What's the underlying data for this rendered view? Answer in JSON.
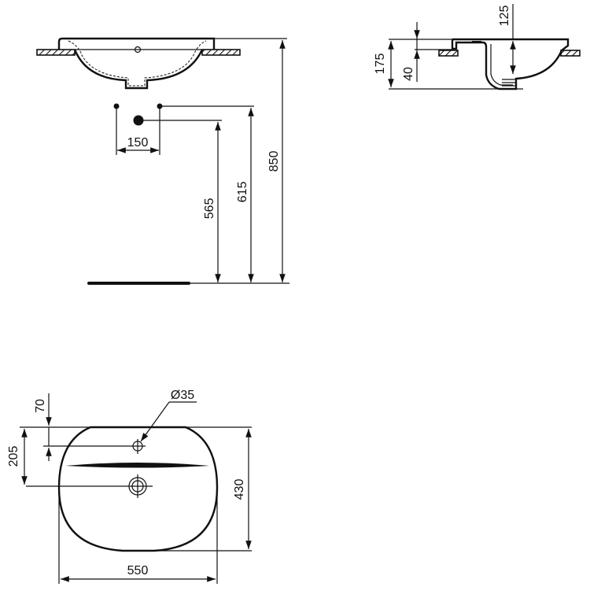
{
  "drawing": {
    "title": "Washbasin technical drawing",
    "units": "mm",
    "colors": {
      "line": "#111111",
      "background": "#ffffff"
    }
  },
  "front_view": {
    "dimensions": {
      "tap_spacing": "150",
      "waste_height": "565",
      "supply_height": "615",
      "rim_height": "850"
    }
  },
  "side_view": {
    "dimensions": {
      "total_depth": "175",
      "rim_to_counter": "40",
      "bowl_depth": "125"
    }
  },
  "plan_view": {
    "dimensions": {
      "tap_hole_diameter": "Ø35",
      "tap_hole_offset": "70",
      "waste_offset": "205",
      "depth": "430",
      "width": "550"
    }
  }
}
